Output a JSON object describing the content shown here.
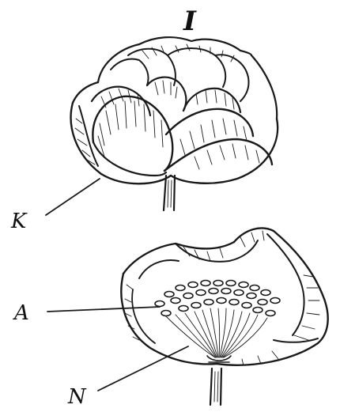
{
  "figure": {
    "title": "I",
    "labels": {
      "k": "K",
      "a": "A",
      "n": "N"
    }
  }
}
